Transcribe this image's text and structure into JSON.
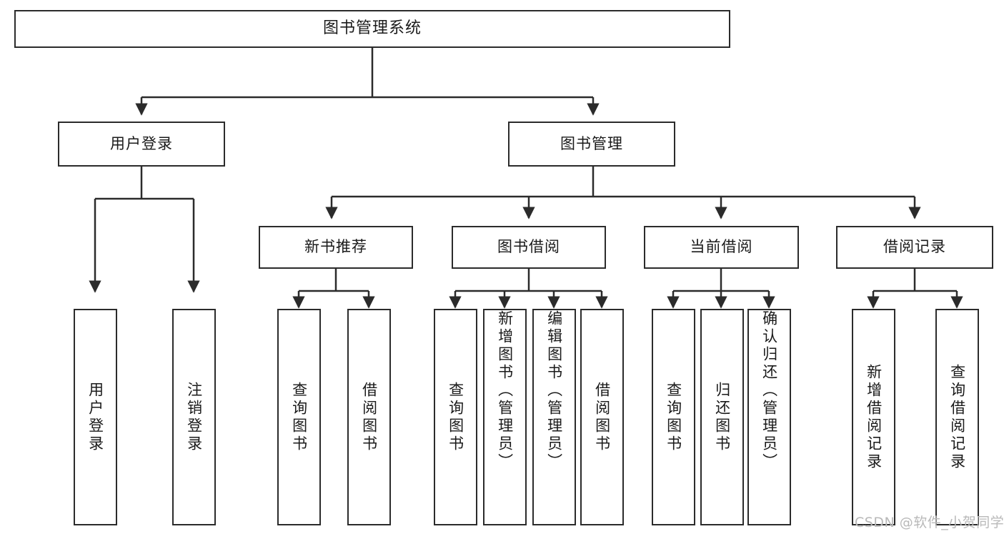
{
  "diagram": {
    "title": "图书管理系统",
    "colors": {
      "stroke": "#2b2b2b",
      "fill": "#ffffff",
      "text": "#1a1a1a",
      "watermark": "#b9b9b9"
    },
    "root": {
      "label": "图书管理系统"
    },
    "level2": [
      {
        "id": "user-login",
        "label": "用户登录"
      },
      {
        "id": "book-manage",
        "label": "图书管理"
      }
    ],
    "level3": [
      {
        "id": "new-book-recommend",
        "label": "新书推荐"
      },
      {
        "id": "book-borrow",
        "label": "图书借阅"
      },
      {
        "id": "current-borrow",
        "label": "当前借阅"
      },
      {
        "id": "borrow-record",
        "label": "借阅记录"
      }
    ],
    "leaves": [
      {
        "id": "leaf-user-login",
        "label": "用户登录",
        "parent": "user-login"
      },
      {
        "id": "leaf-user-logout",
        "label": "注销登录",
        "parent": "user-login"
      },
      {
        "id": "leaf-query-book-1",
        "label": "查询图书",
        "parent": "new-book-recommend"
      },
      {
        "id": "leaf-borrow-book-1",
        "label": "借阅图书",
        "parent": "new-book-recommend"
      },
      {
        "id": "leaf-query-book-2",
        "label": "查询图书",
        "parent": "book-borrow"
      },
      {
        "id": "leaf-add-book",
        "label": "新增图书（管理员）",
        "parent": "book-borrow"
      },
      {
        "id": "leaf-edit-book",
        "label": "编辑图书（管理员）",
        "parent": "book-borrow"
      },
      {
        "id": "leaf-borrow-book-2",
        "label": "借阅图书",
        "parent": "book-borrow"
      },
      {
        "id": "leaf-query-book-3",
        "label": "查询图书",
        "parent": "current-borrow"
      },
      {
        "id": "leaf-return-book",
        "label": "归还图书",
        "parent": "current-borrow"
      },
      {
        "id": "leaf-confirm-return",
        "label": "确认归还（管理员）",
        "parent": "current-borrow"
      },
      {
        "id": "leaf-add-record",
        "label": "新增借阅记录",
        "parent": "borrow-record"
      },
      {
        "id": "leaf-query-record",
        "label": "查询借阅记录",
        "parent": "borrow-record"
      }
    ],
    "watermark": "CSDN @软件_小贺同学"
  }
}
